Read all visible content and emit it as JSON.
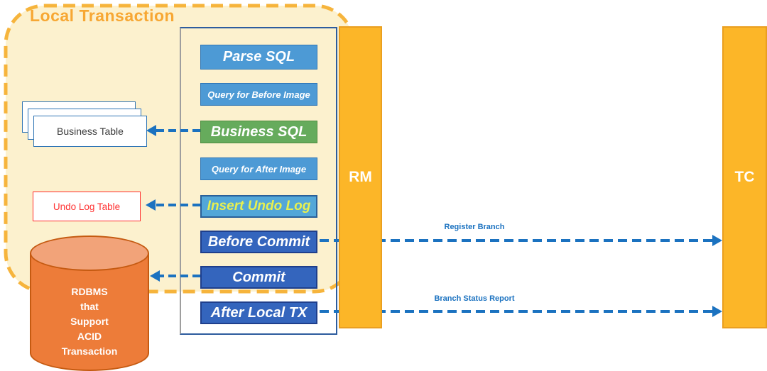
{
  "title": "Local Transaction",
  "flow": {
    "steps": [
      {
        "label": "Parse SQL"
      },
      {
        "label": "Query for Before Image"
      },
      {
        "label": "Business SQL"
      },
      {
        "label": "Query for After Image"
      },
      {
        "label": "Insert Undo Log"
      },
      {
        "label": "Before Commit"
      },
      {
        "label": "Commit"
      },
      {
        "label": "After Local TX"
      }
    ]
  },
  "entities": {
    "business_table": {
      "label": "Business Table"
    },
    "undo_log_table": {
      "label": "Undo Log Table"
    },
    "database": {
      "label": "RDBMS\nthat\nSupport\nACID\nTransaction"
    }
  },
  "lanes": {
    "rm": {
      "label": "RM"
    },
    "tc": {
      "label": "TC"
    }
  },
  "messages": {
    "register_branch": {
      "label": "Register Branch"
    },
    "branch_status_report": {
      "label": "Branch Status Report"
    }
  },
  "colors": {
    "local_tx_fill": "#FCF1CE",
    "local_tx_border": "#F6B43C",
    "title_text": "#F7A733",
    "step_blue": "#4D9AD5",
    "step_green": "#66AB5C",
    "step_dark_blue": "#3465BD",
    "step_light_blue": "#53A7D8",
    "step_yellow_text": "#E8F04F",
    "lane_fill": "#FCB628",
    "arrow_blue": "#1B72C0",
    "undo_table_red": "#FF3333",
    "db_body": "#ED7C39",
    "db_top": "#F2A379"
  }
}
